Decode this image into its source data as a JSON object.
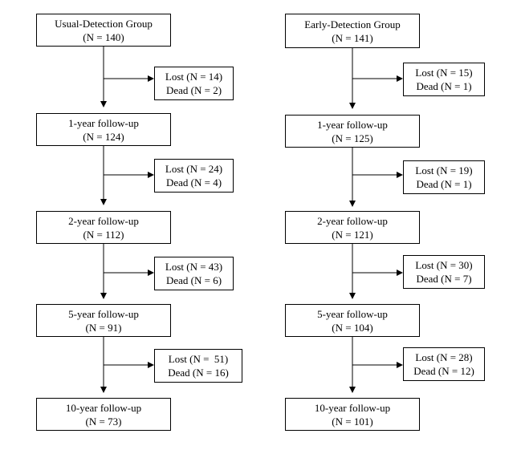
{
  "left_column": {
    "steps": [
      {
        "title": "Usual-Detection Group",
        "n": "(N = 140)"
      },
      {
        "title": "1-year follow-up",
        "n": "(N = 124)"
      },
      {
        "title": "2-year follow-up",
        "n": "(N = 112)"
      },
      {
        "title": "5-year follow-up",
        "n": "(N = 91)"
      },
      {
        "title": "10-year follow-up",
        "n": "(N = 73)"
      }
    ],
    "losses": [
      {
        "lost": "Lost (N = 14)",
        "dead": "Dead (N = 2)"
      },
      {
        "lost": "Lost (N = 24)",
        "dead": "Dead (N = 4)"
      },
      {
        "lost": "Lost (N = 43)",
        "dead": "Dead (N = 6)"
      },
      {
        "lost": "Lost (N =  51)",
        "dead": "Dead (N = 16)"
      }
    ]
  },
  "right_column": {
    "steps": [
      {
        "title": "Early-Detection Group",
        "n": "(N = 141)"
      },
      {
        "title": "1-year follow-up",
        "n": "(N = 125)"
      },
      {
        "title": "2-year follow-up",
        "n": "(N = 121)"
      },
      {
        "title": "5-year follow-up",
        "n": "(N = 104)"
      },
      {
        "title": "10-year follow-up",
        "n": "(N = 101)"
      }
    ],
    "losses": [
      {
        "lost": "Lost (N = 15)",
        "dead": "Dead (N = 1)"
      },
      {
        "lost": "Lost (N = 19)",
        "dead": "Dead (N = 1)"
      },
      {
        "lost": "Lost (N = 30)",
        "dead": "Dead (N = 7)"
      },
      {
        "lost": "Lost (N = 28)",
        "dead": "Dead (N = 12)"
      }
    ]
  },
  "colors": {
    "stroke": "#000000",
    "background": "#ffffff"
  }
}
